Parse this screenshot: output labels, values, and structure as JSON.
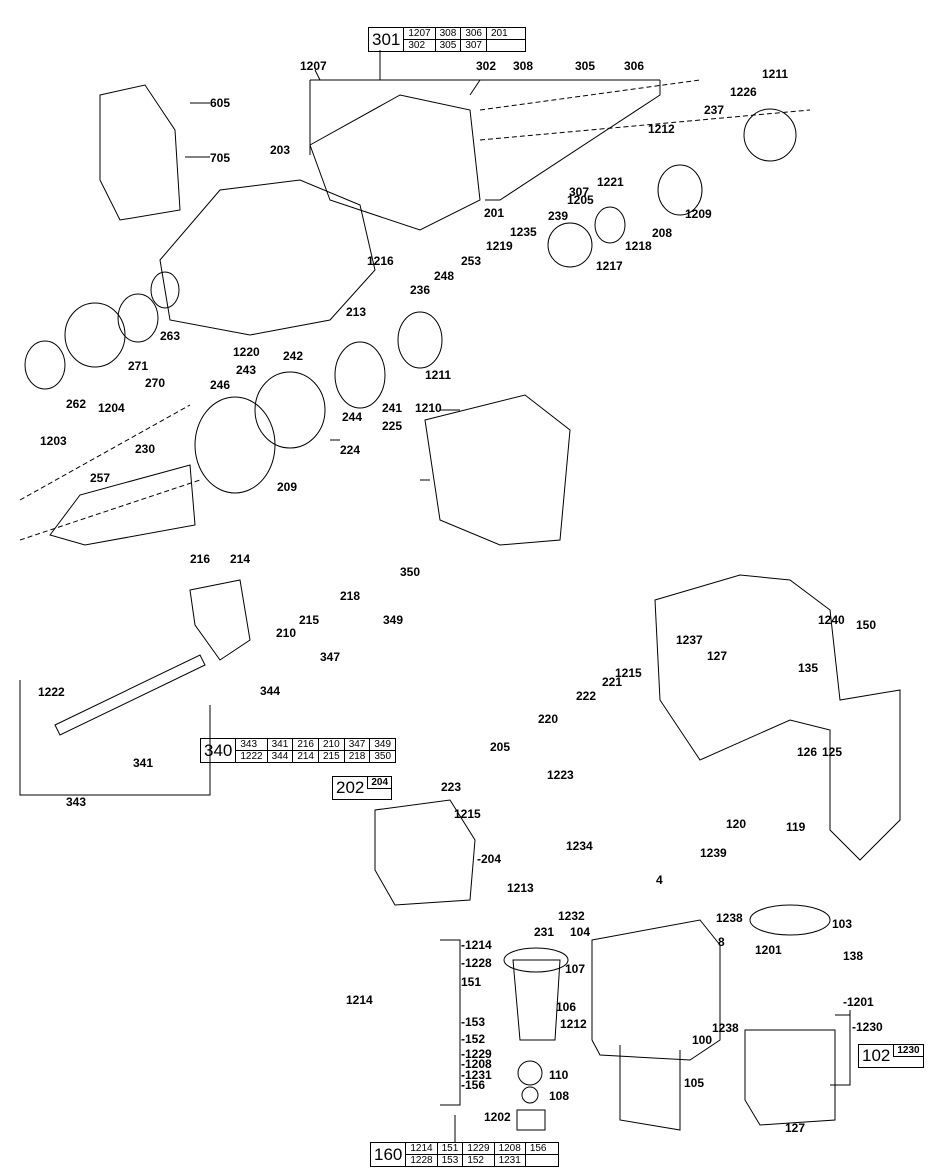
{
  "kits": {
    "k301": {
      "num": "301",
      "row1": [
        "1207",
        "308",
        "306",
        "201"
      ],
      "row2": [
        "302",
        "305",
        "307",
        ""
      ]
    },
    "k340": {
      "num": "340",
      "row1": [
        "343",
        "341",
        "216",
        "210",
        "347",
        "349"
      ],
      "row2": [
        "1222",
        "344",
        "214",
        "215",
        "218",
        "350"
      ]
    },
    "k160": {
      "num": "160",
      "row1": [
        "1214",
        "151",
        "1229",
        "1208",
        "156"
      ],
      "row2": [
        "1228",
        "153",
        "152",
        "1231",
        ""
      ]
    },
    "k202": {
      "num": "202",
      "sub": "204"
    },
    "k102": {
      "num": "102",
      "sub": "1230"
    }
  },
  "labels": {
    "l1207a": "1207",
    "l302": "302",
    "l308": "308",
    "l305": "305",
    "l306": "306",
    "l1211a": "1211",
    "l605": "605",
    "l705": "705",
    "l203": "203",
    "l1226": "1226",
    "l237": "237",
    "l1212a": "1212",
    "l307": "307",
    "l201": "201",
    "l1221": "1221",
    "l1205": "1205",
    "l239": "239",
    "l1209": "1209",
    "l208": "208",
    "l1218": "1218",
    "l1235": "1235",
    "l1217": "1217",
    "l1219": "1219",
    "l1216": "1216",
    "l253": "253",
    "l248": "248",
    "l236": "236",
    "l213": "213",
    "l263": "263",
    "l1220": "1220",
    "l271": "271",
    "l270": "270",
    "l262": "262",
    "l1204": "1204",
    "l1203": "1203",
    "l242": "242",
    "l243": "243",
    "l246": "246",
    "l244": "244",
    "l241": "241",
    "l1211b": "1211",
    "l1210": "1210",
    "l225": "225",
    "l224": "224",
    "l230": "230",
    "l257": "257",
    "l209": "209",
    "l216": "216",
    "l214": "214",
    "l350": "350",
    "l218": "218",
    "l210": "210",
    "l215": "215",
    "l349": "349",
    "l347": "347",
    "l344": "344",
    "l1222": "1222",
    "l341": "341",
    "l343": "343",
    "l150": "150",
    "l1240": "1240",
    "l1237": "1237",
    "l127a": "127",
    "l135": "135",
    "l1215a": "1215",
    "l221": "221",
    "l222": "222",
    "l220": "220",
    "l205": "205",
    "l223": "223",
    "l1223": "1223",
    "l126": "126",
    "l125": "125",
    "l1215b": "1215",
    "l204": "-204",
    "l1234": "1234",
    "l120": "120",
    "l119": "119",
    "l1239": "1239",
    "l4": "4",
    "l1213": "1213",
    "l1232": "1232",
    "l231": "231",
    "l1238a": "1238",
    "l103": "103",
    "l104": "104",
    "l8": "8",
    "l1214": "-1214",
    "l1228": "-1228",
    "l107": "107",
    "l1201a": "1201",
    "l138": "138",
    "l151": "151",
    "l1214b": "1214",
    "l106": "106",
    "l1212b": "1212",
    "l1201b": "-1201",
    "l153": "-153",
    "l1238b": "1238",
    "l152": "-152",
    "l1230": "-1230",
    "l1229": "-1229",
    "l100": "100",
    "l1208": "-1208",
    "l1231": "-1231",
    "l110": "110",
    "l156": "-156",
    "l105": "105",
    "l108": "108",
    "l1202": "1202",
    "l127b": "127"
  }
}
